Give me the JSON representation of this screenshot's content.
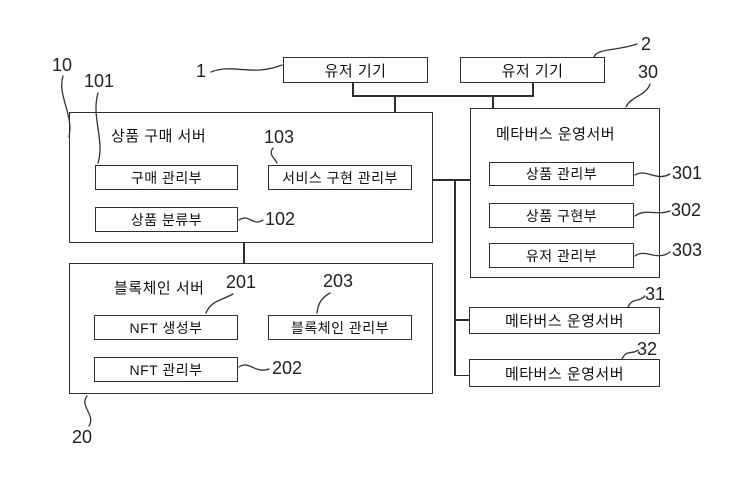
{
  "figure": {
    "colors": {
      "background": "#ffffff",
      "line": "#2e2e2e",
      "text": "#111111"
    },
    "nodes": {
      "user_device_1": {
        "label": "유저 기기",
        "ref": "1"
      },
      "user_device_2": {
        "label": "유저 기기",
        "ref": "2"
      },
      "purchase_server": {
        "title": "상품 구매 서버",
        "ref": "10"
      },
      "purchase_manager": {
        "label": "구매 관리부",
        "ref": "101"
      },
      "service_impl_manager": {
        "label": "서비스 구현 관리부",
        "ref": "103"
      },
      "product_classifier": {
        "label": "상품 분류부",
        "ref": "102"
      },
      "blockchain_server": {
        "title": "블록체인 서버",
        "ref": "20"
      },
      "nft_generator": {
        "label": "NFT 생성부",
        "ref": "201"
      },
      "blockchain_manager": {
        "label": "블록체인 관리부",
        "ref": "203"
      },
      "nft_manager": {
        "label": "NFT 관리부",
        "ref": "202"
      },
      "metaverse_server": {
        "title": "메타버스 운영서버",
        "ref": "30"
      },
      "product_manager": {
        "label": "상품 관리부",
        "ref": "301"
      },
      "product_impl": {
        "label": "상품 구현부",
        "ref": "302"
      },
      "user_manager": {
        "label": "유저 관리부",
        "ref": "303"
      },
      "metaverse_server_31": {
        "label": "메타버스 운영서버",
        "ref": "31"
      },
      "metaverse_server_32": {
        "label": "메타버스 운영서버",
        "ref": "32"
      }
    }
  }
}
